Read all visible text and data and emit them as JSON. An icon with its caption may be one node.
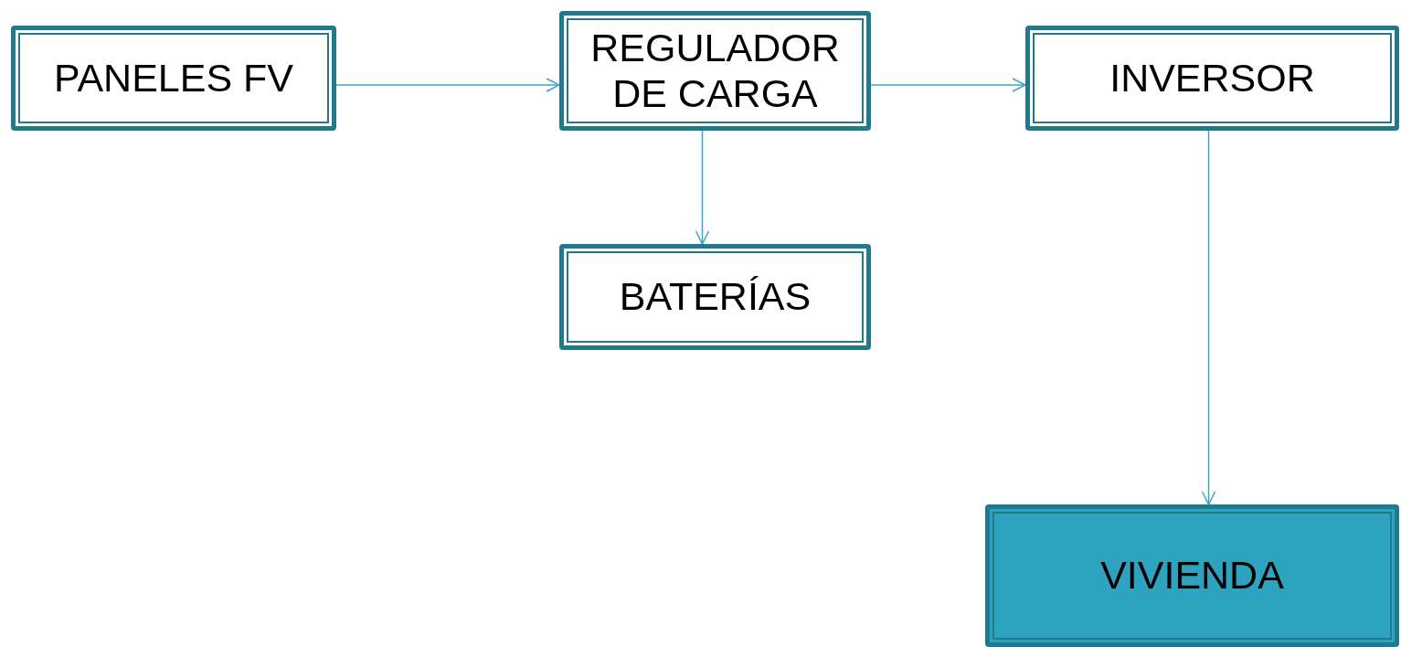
{
  "diagram": {
    "nodes": [
      {
        "text": [
          "PANELES FV"
        ]
      },
      {
        "text": [
          "REGULADOR DE CARGA"
        ]
      },
      {
        "text": [
          "INVERSOR"
        ]
      },
      {
        "text": [
          "BATERÍAS"
        ]
      },
      {
        "text": [
          "VIVIENDA"
        ]
      }
    ],
    "edges": [
      {
        "from": 0,
        "to": 1,
        "arrow": "to"
      },
      {
        "from": 1,
        "to": 2,
        "arrow": "to"
      },
      {
        "from": 1,
        "to": 3,
        "arrow": "to"
      },
      {
        "from": 2,
        "to": 4,
        "arrow": "to"
      }
    ]
  }
}
